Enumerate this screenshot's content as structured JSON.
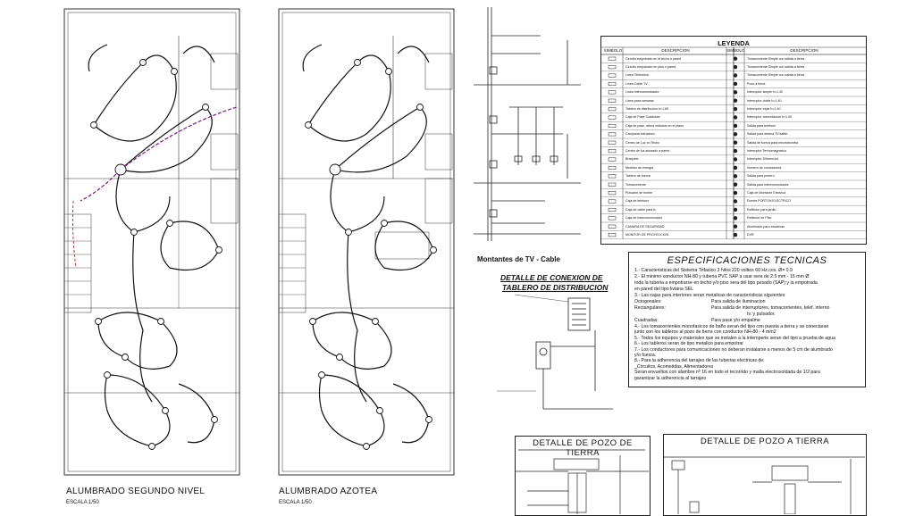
{
  "plans": [
    {
      "title": "ALUMBRADO SEGUNDO NIVEL",
      "scale": "ESCALA 1/50"
    },
    {
      "title": "ALUMBRADO AZOTEA",
      "scale": "ESCALA 1/50"
    }
  ],
  "riser": {
    "title": "Montantes de TV - Cable"
  },
  "detail_tablero": {
    "title_line1": "DETALLE DE CONEXION DE",
    "title_line2": "TABLERO DE DISTRIBUCION"
  },
  "pozo1": {
    "title": "DETALLE DE POZO DE TIERRA"
  },
  "pozo2": {
    "title": "DETALLE DE POZO A TIERRA"
  },
  "legend": {
    "title": "LEYENDA",
    "headers": [
      "SIMBOLO",
      "DESCRIPCION",
      "SIMBOLO",
      "DESCRIPCION"
    ],
    "left_rows": [
      "Circuito empotrado en el techo o pared",
      "Circuito empotrado en piso o pared",
      "Linea Telefonica",
      "Linea Cable TV",
      "Linea Intercomunicador",
      "Linea para camaras",
      "Tablero de distribucion h=1.80",
      "Caja de Pase Cuadrada",
      "Caja de pase, altura indicada en el plano",
      "Campana extractora",
      "Centro de Luz en Techo",
      "Centro de luz adosado a pared",
      "Braquete",
      "Medidor de energia",
      "Tablero de fuerza",
      "Tomacorriente",
      "Pulsador de timbre",
      "Caja de telefono",
      "Caja de cable para tv",
      "Caja de intercomunicador",
      "CAMARA DE SEGURIDAD",
      "MONITOR DE PROYECCION"
    ],
    "right_rows": [
      "Tomacorriente Simple con salida a tierra",
      "Tomacorriente Simple con salida a tierra",
      "Tomacorriente Simple con salida a tierra",
      "Pozo a tierra",
      "Interruptor simple h=1.40",
      "Interruptor doble h=1.40",
      "Interruptor triple h=1.40",
      "Interruptor conmutacion h=1.40",
      "Salida para telefono",
      "Salida para antena TV/cable",
      "Salida de fuerza para electrobomba",
      "Interruptor Termomagnetico",
      "Interruptor Diferencial",
      "Numero de conductores",
      "Salida para portero",
      "Salida para intercomunicador",
      "Caja de Montante Electrica",
      "Fuente PORTON ELECTRICO",
      "Reflector para jardin",
      "Reflector de Piso",
      "Alumbrado para escaleras",
      "DVR"
    ]
  },
  "specs": {
    "title": "ESPECIFICACIONES TECNICAS",
    "lines": [
      "1.- Caracteristicas del Sistema Trifasico 3 hilos 220 voltios  60 Hz.cos. Ø= 0.9",
      "2.- El minimo conductor NH-80 y tuberia PVC SAP a usar sera de 2.5 mm  - 15 mm Ø",
      "toda la tuberia a empotrarse en techo y/o piso sera del tipo pesado (SAP) y la empotrada",
      "en pared del tipo liviana SEL",
      "3.- Las cajas para interiores seran metalicas de caracteristicas siguientes",
      "Cuadradas:",
      "4.- Los tomacorrientes monofasicos de baño seran del tipo con puesta a tierra y se conectaran",
      "junto con los tableros al pozo de tierra con conductor NH-80 - 4 mm2",
      "5.- Todos los equipos y materiales que se instalen a la intemperie seran del tipo a prueba de agua",
      "6.- Los tableros seran de tipo metalico para empotrar",
      "7.- Los conductores para comunicaciones no deberan instalarse a menos de 5 cm de alumbrado",
      "y/o fuerza.",
      "8.- Para la adherencia del tarrajeo de las tuberias electricas de:",
      "_Circuitos, Acometidas, Alimentadores",
      "Seran envueltos con alambre nº 16 en todo el recorrido y malla electrosoldada de 1/2 para",
      "garantizar la adherencia al tarrajeo"
    ],
    "octogonales_label": "Octogonales:",
    "octogonales_value": "Para salida de iluminacion",
    "rectangulares_label": "Rectangulares:",
    "rectangulares_value1": "Para salida de interruptores, tomacorrientes, telef. interno",
    "rectangulares_value2": "tv. y pulsador.",
    "cuadradas_value": "Para pase y/o empalme"
  }
}
